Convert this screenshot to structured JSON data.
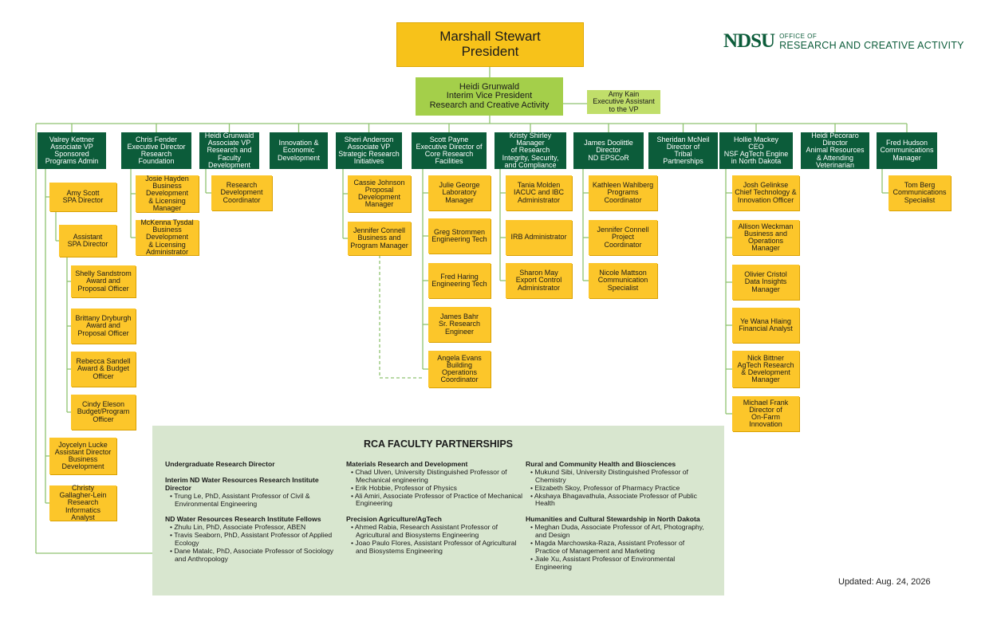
{
  "logo": {
    "mark": "NDSU",
    "line1": "OFFICE OF",
    "line2": "RESEARCH AND CREATIVE ACTIVITY"
  },
  "president": [
    "Marshall Stewart",
    "President"
  ],
  "vp": [
    "Heidi Grunwald",
    "Interim Vice President",
    "Research and Creative Activity"
  ],
  "assistant": [
    "Amy Kain",
    "Executive Assistant",
    "to the VP"
  ],
  "depts": [
    [
      "Valrey Kettner",
      "Associate VP",
      "Sponsored",
      "Programs Admin"
    ],
    [
      "Chris Fender",
      "Executive Director",
      "Research",
      "Foundation"
    ],
    [
      "Heidi Grunwald",
      "Associate VP",
      "Research and",
      "Faculty",
      "Development"
    ],
    [
      "Innovation &",
      "Economic",
      "Development"
    ],
    [
      "Sheri Anderson",
      "Associate VP",
      "Strategic Research",
      "Initiatives"
    ],
    [
      "Scott Payne",
      "Executive Director of",
      "Core Research",
      "Facilities"
    ],
    [
      "Kristy Shirley",
      "Manager",
      "of Research",
      "Integrity, Security,",
      "and Compliance"
    ],
    [
      "James Doolittle",
      "Director",
      "ND EPSCoR"
    ],
    [
      "Sheridan McNeil",
      "Director of",
      "Tribal",
      "Partnerships"
    ],
    [
      "Hollie Mackey",
      "CEO",
      "NSF AgTech Engine",
      "in North Dakota"
    ],
    [
      "Heidi Pecoraro",
      "Director",
      "Animal Resources",
      "& Attending",
      "Veterinarian"
    ],
    [
      "Fred Hudson",
      "Communications",
      "Manager"
    ]
  ],
  "staff": {
    "spa": [
      [
        "Amy Scott",
        "SPA Director"
      ],
      [
        "Assistant",
        "SPA Director"
      ],
      [
        "Shelly Sandstrom",
        "Award and",
        "Proposal Officer"
      ],
      [
        "Brittany Dryburgh",
        "Award and",
        "Proposal Officer"
      ],
      [
        "Rebecca Sandell",
        "Award & Budget",
        "Officer"
      ],
      [
        "Cindy Eleson",
        "Budget/Program",
        "Officer"
      ],
      [
        "Joycelyn Lucke",
        "Assistant Director",
        "Business",
        "Development"
      ],
      [
        "Christy",
        "Gallagher-Lein",
        "Research Informatics",
        "Analyst"
      ]
    ],
    "foundation": [
      [
        "Josie Hayden",
        "Business",
        "Development",
        "& Licensing",
        "Manager"
      ],
      [
        "McKenna Tysdal",
        "Business",
        "Development",
        "& Licensing",
        "Administrator"
      ]
    ],
    "faculty": [
      [
        "Research",
        "Development",
        "Coordinator"
      ]
    ],
    "strategic": [
      [
        "Cassie Johnson",
        "Proposal",
        "Development",
        "Manager"
      ],
      [
        "Jennifer Connell",
        "Business and",
        "Program Manager"
      ]
    ],
    "core": [
      [
        "Julie George",
        "Laboratory",
        "Manager"
      ],
      [
        "Greg Strommen",
        "Engineering Tech"
      ],
      [
        "Fred Haring",
        "Engineering Tech"
      ],
      [
        "James Bahr",
        "Sr. Research",
        "Engineer"
      ],
      [
        "Angela Evans",
        "Building",
        "Operations",
        "Coordinator"
      ]
    ],
    "compliance": [
      [
        "Tania Molden",
        "IACUC and IBC",
        "Administrator"
      ],
      [
        "IRB Administrator"
      ],
      [
        "Sharon May",
        "Export Control",
        "Administrator"
      ]
    ],
    "epscor": [
      [
        "Kathleen Wahlberg",
        "Programs",
        "Coordinator"
      ],
      [
        "Jennifer Connell",
        "Project",
        "Coordinator"
      ],
      [
        "Nicole Mattson",
        "Communication",
        "Specialist"
      ]
    ],
    "agtech": [
      [
        "Josh Gelinkse",
        "Chief Technology &",
        "Innovation Officer"
      ],
      [
        "Allison Weckman",
        "Business and",
        "Operations",
        "Manager"
      ],
      [
        "Olivier Cristol",
        "Data Insights",
        "Manager"
      ],
      [
        "Ye Wana Hlaing",
        "Financial Analyst"
      ],
      [
        "Nick Bittner",
        "AgTech Research",
        "& Development",
        "Manager"
      ],
      [
        "Michael Frank",
        "Director of",
        "On-Farm",
        "Innovation"
      ]
    ],
    "comms": [
      [
        "Tom Berg",
        "Communications",
        "Specialist"
      ]
    ]
  },
  "partnerships": {
    "title": "RCA FACULTY PARTNERSHIPS",
    "columns": [
      [
        {
          "heading": "Undergraduate Research Director",
          "items": []
        },
        {
          "heading": "Interim ND Water Resources Research Institute Director",
          "items": [
            "Trung Le, PhD, Assistant Professor of Civil & Environmental Engineering"
          ]
        },
        {
          "heading": "ND Water Resources Research Institute Fellows",
          "items": [
            "Zhulu Lin, PhD, Associate Professor, ABEN",
            "Travis Seaborn, PhD, Assistant Professor of Applied Ecology",
            "Dane Matalc, PhD, Associate Professor of Sociology and Anthropology"
          ]
        }
      ],
      [
        {
          "heading": "Materials Research and Development",
          "items": [
            "Chad Ulven, University Distinguished Professor of Mechanical engineering",
            "Erik Hobbie, Professor of Physics",
            "Ali Amiri, Associate Professor of Practice of Mechanical Engineering"
          ]
        },
        {
          "heading": "Precision Agriculture/AgTech",
          "items": [
            "Ahmed Rabia, Research Assistant Professor of Agricultural and Biosystems Engineering",
            "Joao Paulo Flores, Assistant Professor of Agricultural and Biosystems Engineering"
          ]
        }
      ],
      [
        {
          "heading": "Rural and Community Health and Biosciences",
          "items": [
            "Mukund Sibi, University Distinguished Professor of Chemistry",
            "Elizabeth Skoy, Professor of Pharmacy Practice",
            "Akshaya Bhagavathula, Associate Professor of Public Health"
          ]
        },
        {
          "heading": "Humanities and Cultural Stewardship in North Dakota",
          "items": [
            "Meghan Duda, Associate Professor of Art, Photography, and Design",
            "Magda Marchowska-Raza, Assistant Professor of Practice of Management and Marketing",
            "Jiale Xu, Assistant Professor of Environmental Engineering"
          ]
        }
      ]
    ]
  },
  "updated": "Updated: Aug. 24, 2026",
  "colors": {
    "dark_green": "#0c5c3a",
    "light_green": "#a4cf4a",
    "gold": "#fcc62a",
    "line": "#8fc270",
    "panel": "#d8e6cf"
  }
}
